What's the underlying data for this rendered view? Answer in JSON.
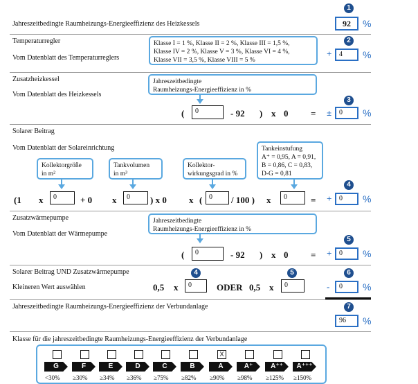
{
  "eff": {
    "label": "Jahreszeitbedingte Raumheizungs-Energieeffizienz des Heizkessels",
    "num": "1",
    "value": "92",
    "unit": "%"
  },
  "temp": {
    "title": "Temperaturregler",
    "subtitle": "Vom Datenblatt des Temperaturreglers",
    "info_lines": [
      "Klasse I = 1 %, Klasse II = 2 %, Klasse III = 1,5 %,",
      "Klasse IV = 2 %, Klasse V = 3 %, Klasse VI = 4 %,",
      "Klasse VII = 3,5 %, Klasse VIII = 5 %"
    ],
    "num": "2",
    "op": "+",
    "value": "4",
    "unit": "%"
  },
  "zusatz": {
    "title": "Zusatzheizkessel",
    "subtitle": "Vom Datenblatt des Heizkessels",
    "callout_lines": [
      "Jahreszeitbedingte",
      "Raumheizungs-Energieeffizienz in %"
    ],
    "paren_open": "(",
    "box_value": "0",
    "minus": "- 92",
    "paren_close": ")",
    "x": "x",
    "factor": "0",
    "eq": "=",
    "num": "3",
    "op": "±",
    "value": "0",
    "unit": "%"
  },
  "solar": {
    "title": "Solarer Beitrag",
    "subtitle": "Vom Datenblatt der Solareinrichtung",
    "callouts": {
      "kollektor": [
        "Kollektorgröße",
        "in m²"
      ],
      "tank": [
        "Tankvolumen",
        "in m³"
      ],
      "wirk": [
        "Kollektor-",
        "wirkungsgrad in %"
      ],
      "tankein": [
        "Tankeinstufung",
        "A⁺ = 0,95, A  = 0,91,",
        "B = 0,86, C  = 0,83,",
        "D-G = 0,81"
      ]
    },
    "f_open": "(1",
    "f_x1": "x",
    "box1": "0",
    "f_plus": "+ 0",
    "f_x2": "x",
    "box2": "0",
    "f_paren2": ") x 0",
    "f_x3": "x",
    "f_paren3": "(",
    "box3": "0",
    "f_div": "/ 100 )",
    "f_x4": "x",
    "box4": "0",
    "f_eq": "=",
    "num": "4",
    "op": "+",
    "value": "0",
    "unit": "%"
  },
  "waerme": {
    "title": "Zusatzwärmepumpe",
    "subtitle": "Vom Datenblatt der Wärmepumpe",
    "callout_lines": [
      "Jahreszeitbedingte",
      "Raumheizungs-Energieeffizienz in %"
    ],
    "paren_open": "(",
    "box_value": "0",
    "minus": "- 92",
    "paren_close": ")",
    "x": "x",
    "factor": "0",
    "eq": "=",
    "num": "5",
    "op": "+",
    "value": "0",
    "unit": "%"
  },
  "undsolar": {
    "title": "Solarer Beitrag UND Zusatzwärmepumpe",
    "subtitle": "Kleineren Wert auswählen",
    "n4": "4",
    "n5": "5",
    "f1": "0,5",
    "x1": "x",
    "box1": "0",
    "oder": "ODER",
    "f2": "0,5",
    "x2": "x",
    "box2": "0",
    "num": "6",
    "op": "-",
    "value": "0",
    "unit": "%"
  },
  "verbund": {
    "label": "Jahreszeitbedingte Raumheizungs-Energieeffizienz der Verbundanlage",
    "num": "7",
    "value": "96",
    "unit": "%"
  },
  "klasse": {
    "title": "Klasse für die jahreszeitbedingte Raumheizungs-Energieeffizienz der Verbundanlage",
    "classes": [
      {
        "label": "G",
        "thr": "<30%",
        "mark": ""
      },
      {
        "label": "F",
        "thr": "≥30%",
        "mark": ""
      },
      {
        "label": "E",
        "thr": "≥34%",
        "mark": ""
      },
      {
        "label": "D",
        "thr": "≥36%",
        "mark": ""
      },
      {
        "label": "C",
        "thr": "≥75%",
        "mark": ""
      },
      {
        "label": "B",
        "thr": "≥82%",
        "mark": ""
      },
      {
        "label": "A",
        "thr": "≥90%",
        "mark": "X"
      },
      {
        "label": "A⁺",
        "thr": "≥98%",
        "mark": ""
      },
      {
        "label": "A⁺⁺",
        "thr": "≥125%",
        "mark": ""
      },
      {
        "label": "A⁺⁺⁺",
        "thr": "≥150%",
        "mark": ""
      }
    ]
  },
  "colors": {
    "accent": "#2a6fc4",
    "callout": "#5aa8e0",
    "badge": "#1f4f8f"
  }
}
